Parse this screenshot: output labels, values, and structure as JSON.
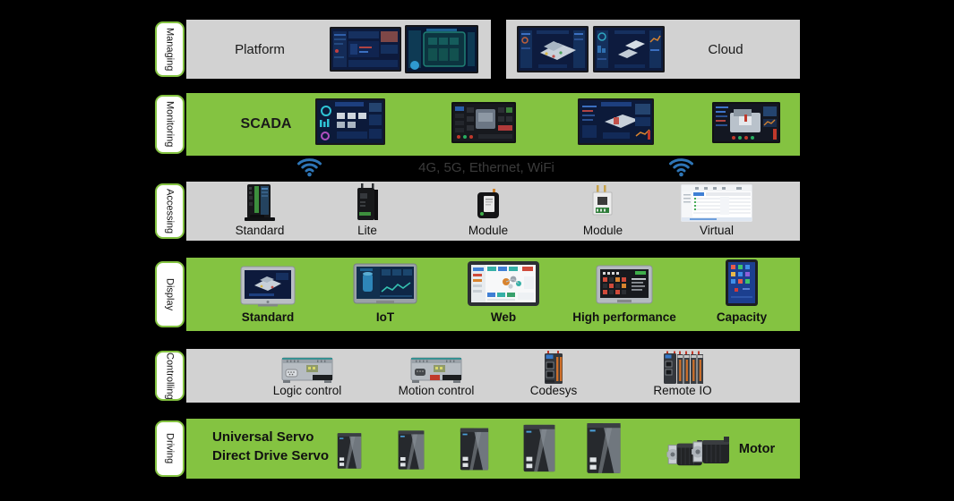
{
  "colors": {
    "background": "#000000",
    "band_green": "#84C341",
    "band_gray": "#D2D2D2",
    "label_border_green": "#84C341",
    "wifi_blue": "#2E75B6",
    "connectivity_text_gray": "#3B3B3B"
  },
  "icons": {
    "connectivity_left": "wifi-icon",
    "connectivity_right": "wifi-icon"
  },
  "rows": {
    "managing": {
      "label": "Managing",
      "platform_title": "Platform",
      "cloud_title": "Cloud"
    },
    "monitoring": {
      "label": "Monitoring",
      "title": "SCADA"
    },
    "connectivity": {
      "text": "4G, 5G, Ethernet, WiFi"
    },
    "accessing": {
      "label": "Accessing",
      "items": [
        "Standard",
        "Lite",
        "Module",
        "Module",
        "Virtual"
      ]
    },
    "display": {
      "label": "Display",
      "items": [
        "Standard",
        "IoT",
        "Web",
        "High performance",
        "Capacity"
      ]
    },
    "controlling": {
      "label": "Controlling",
      "items": [
        "Logic control",
        "Motion control",
        "Codesys",
        "Remote IO"
      ]
    },
    "driving": {
      "label": "Driving",
      "servo_lines": [
        "Universal Servo",
        "Direct Drive Servo"
      ],
      "motor_label": "Motor"
    }
  }
}
